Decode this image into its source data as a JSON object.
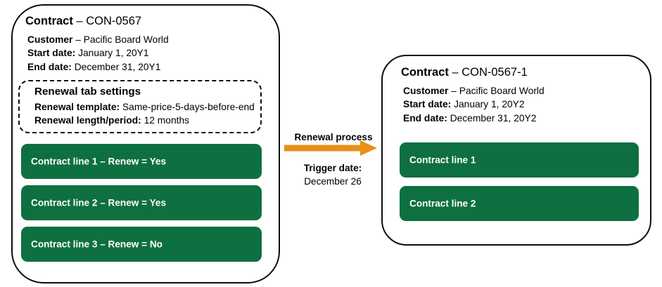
{
  "diagram": {
    "colors": {
      "line_bar_green": "#0e7040",
      "arrow_orange": "#e8901a",
      "border_black": "#0d0d0d",
      "background": "#ffffff"
    },
    "source_contract": {
      "title_label": "Contract",
      "title_separator": " – ",
      "title_value": "CON-0567",
      "fields": [
        {
          "label": "Customer",
          "separator": " – ",
          "value": "Pacific Board World"
        },
        {
          "label": "Start date:",
          "separator": " ",
          "value": "January 1, 20Y1"
        },
        {
          "label": "End date:",
          "separator": " ",
          "value": "December 31, 20Y1"
        }
      ],
      "renewal_settings": {
        "title": "Renewal tab settings",
        "fields": [
          {
            "label": "Renewal template:",
            "separator": "  ",
            "value": "Same-price-5-days-before-end"
          },
          {
            "label": "Renewal length/period:",
            "separator": " ",
            "value": "12 months"
          }
        ]
      },
      "contract_lines": [
        {
          "text": "Contract line 1 – Renew = Yes"
        },
        {
          "text": "Contract line 2 – Renew = Yes"
        },
        {
          "text": "Contract line 3 – Renew = No"
        }
      ]
    },
    "process_arrow": {
      "label": "Renewal process",
      "trigger_label": "Trigger date:",
      "trigger_value": "December 26"
    },
    "target_contract": {
      "title_label": "Contract",
      "title_separator": " – ",
      "title_value": "CON-0567-1",
      "fields": [
        {
          "label": "Customer",
          "separator": " – ",
          "value": "Pacific Board World"
        },
        {
          "label": "Start date:",
          "separator": " ",
          "value": "January 1, 20Y2"
        },
        {
          "label": "End date:",
          "separator": " ",
          "value": "December 31, 20Y2"
        }
      ],
      "contract_lines": [
        {
          "text": "Contract line 1"
        },
        {
          "text": "Contract line 2"
        }
      ]
    }
  }
}
